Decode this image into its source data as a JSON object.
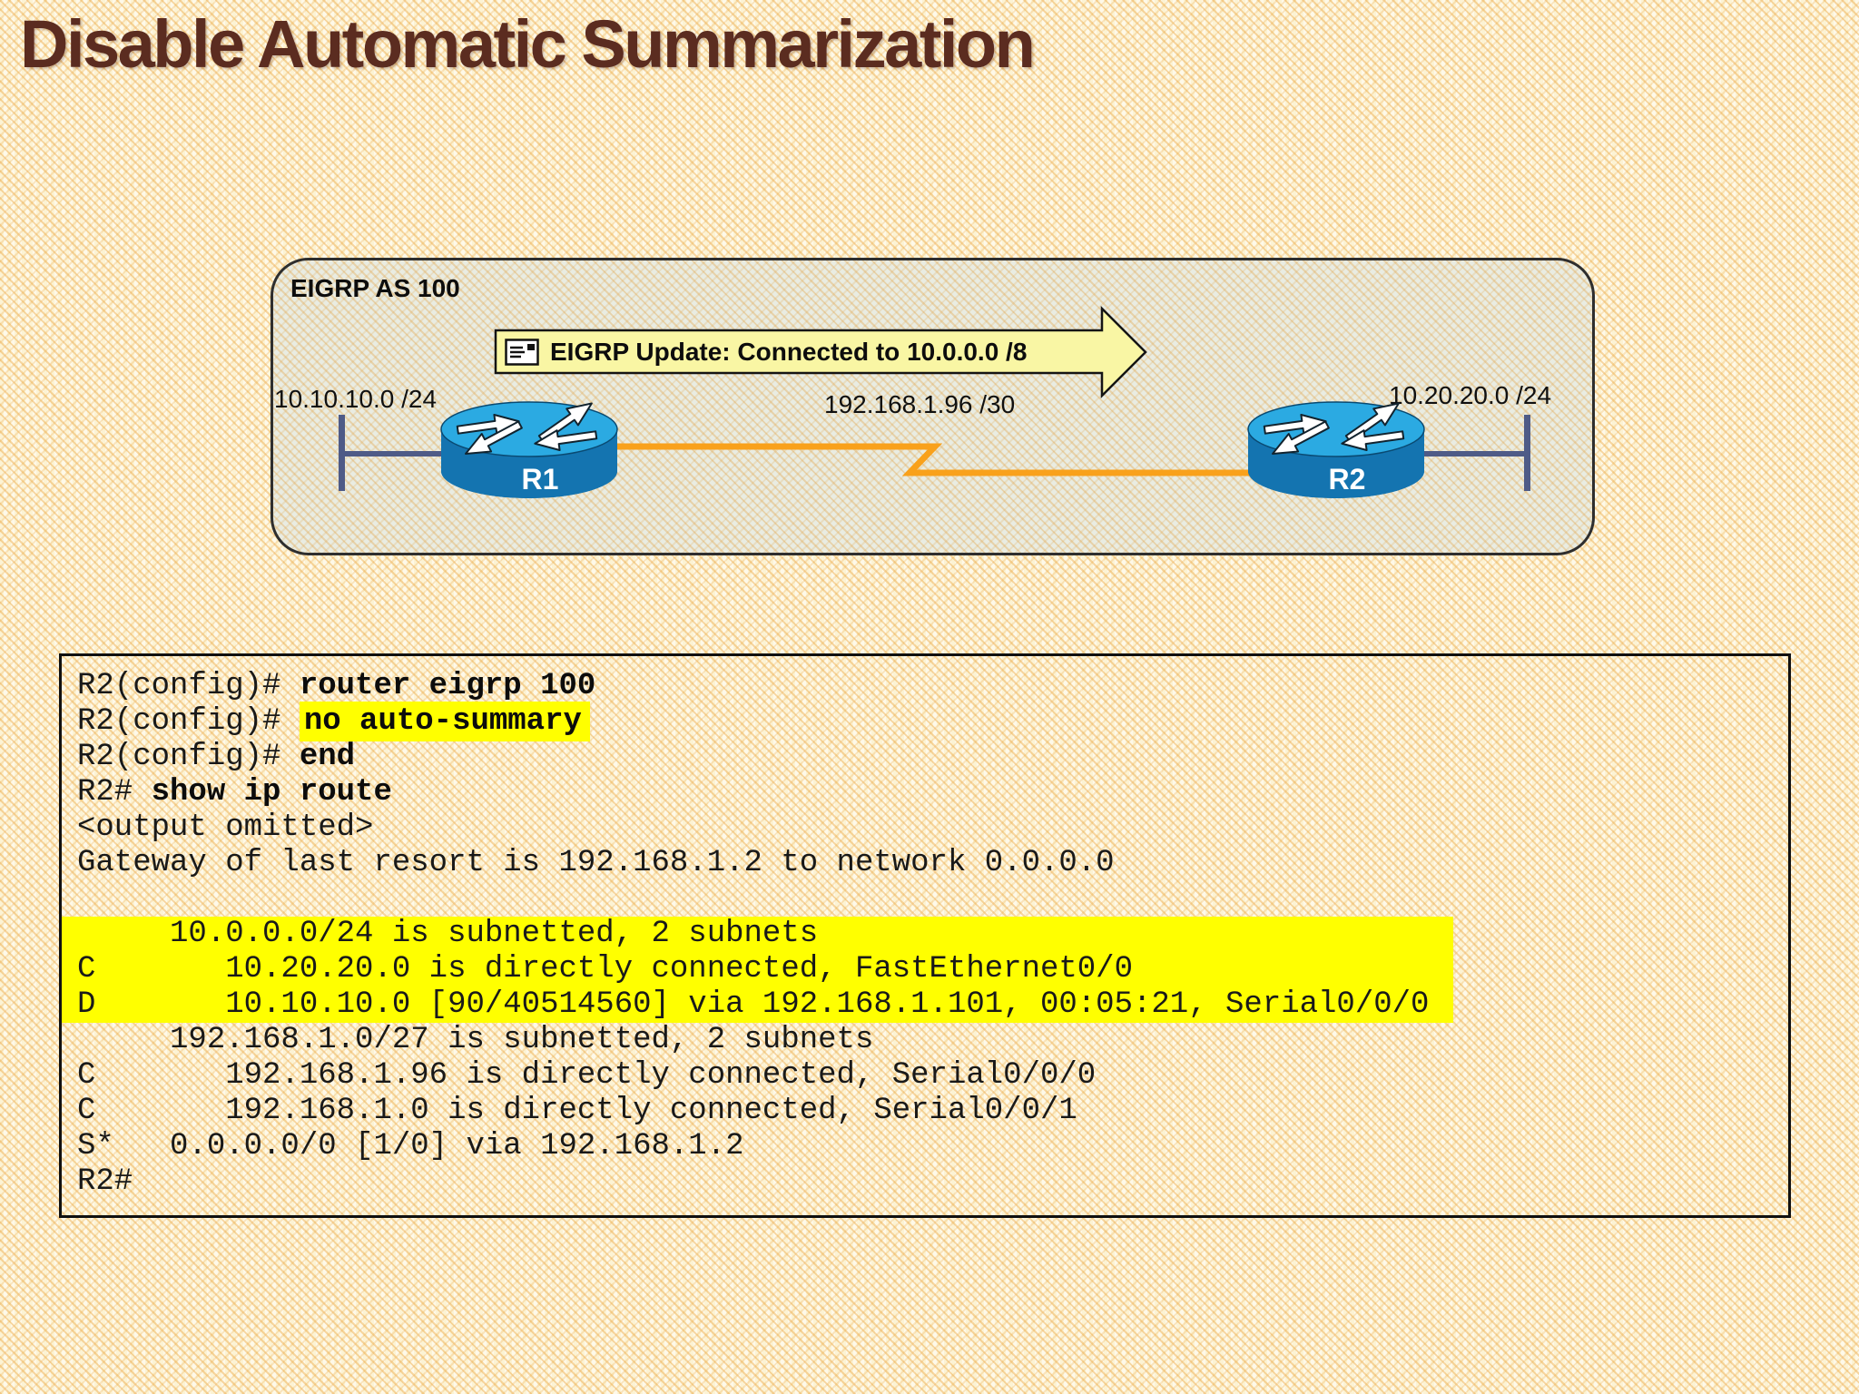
{
  "slide": {
    "title": "Disable Automatic Summarization"
  },
  "diagram": {
    "domain_label": "EIGRP AS 100",
    "update_arrow_label": "EIGRP Update: Connected to 10.0.0.0 /8",
    "update_packet_icon": "packet-envelope-icon",
    "left_network_label": "10.10.10.0 /24",
    "link_label": "192.168.1.96 /30",
    "right_network_label": "10.20.20.0 /24",
    "routers": [
      {
        "name": "R1"
      },
      {
        "name": "R2"
      }
    ]
  },
  "console": {
    "lines": [
      {
        "segments": [
          {
            "text": "R2(config)# "
          },
          {
            "text": "router eigrp 100",
            "bold": true
          }
        ]
      },
      {
        "segments": [
          {
            "text": "R2(config)# "
          },
          {
            "text": "no auto-summary",
            "bold": true,
            "highlight": true
          }
        ]
      },
      {
        "segments": [
          {
            "text": "R2(config)# "
          },
          {
            "text": "end",
            "bold": true
          }
        ]
      },
      {
        "segments": [
          {
            "text": "R2# "
          },
          {
            "text": "show ip route",
            "bold": true
          }
        ]
      },
      {
        "segments": [
          {
            "text": "<output omitted>"
          }
        ]
      },
      {
        "segments": [
          {
            "text": "Gateway of last resort is 192.168.1.2 to network 0.0.0.0"
          }
        ]
      },
      {
        "segments": [
          {
            "text": ""
          }
        ]
      },
      {
        "block_highlight": true,
        "segments": [
          {
            "text": "     10.0.0.0/24 is subnetted, 2 subnets"
          }
        ]
      },
      {
        "block_highlight": true,
        "segments": [
          {
            "text": "C       10.20.20.0 is directly connected, FastEthernet0/0"
          }
        ]
      },
      {
        "block_highlight": true,
        "segments": [
          {
            "text": "D       10.10.10.0 [90/40514560] via 192.168.1.101, 00:05:21, Serial0/0/0"
          }
        ]
      },
      {
        "segments": [
          {
            "text": "     192.168.1.0/27 is subnetted, 2 subnets"
          }
        ]
      },
      {
        "segments": [
          {
            "text": "C       192.168.1.96 is directly connected, Serial0/0/0"
          }
        ]
      },
      {
        "segments": [
          {
            "text": "C       192.168.1.0 is directly connected, Serial0/0/1"
          }
        ]
      },
      {
        "segments": [
          {
            "text": "S*   0.0.0.0/0 [1/0] via 192.168.1.2"
          }
        ]
      },
      {
        "segments": [
          {
            "text": "R2#"
          }
        ]
      }
    ]
  },
  "colors": {
    "title": "#5b2c20",
    "highlight_yellow": "#ffff00",
    "update_arrow_fill": "#f9f6a4",
    "serial_link_orange": "#f9a11b",
    "ethernet_segment_slate": "#4e5b87",
    "router_top_blue": "#2baae2",
    "router_side_blue": "#1474b0",
    "diagram_box_fill": "#e9ece2"
  }
}
